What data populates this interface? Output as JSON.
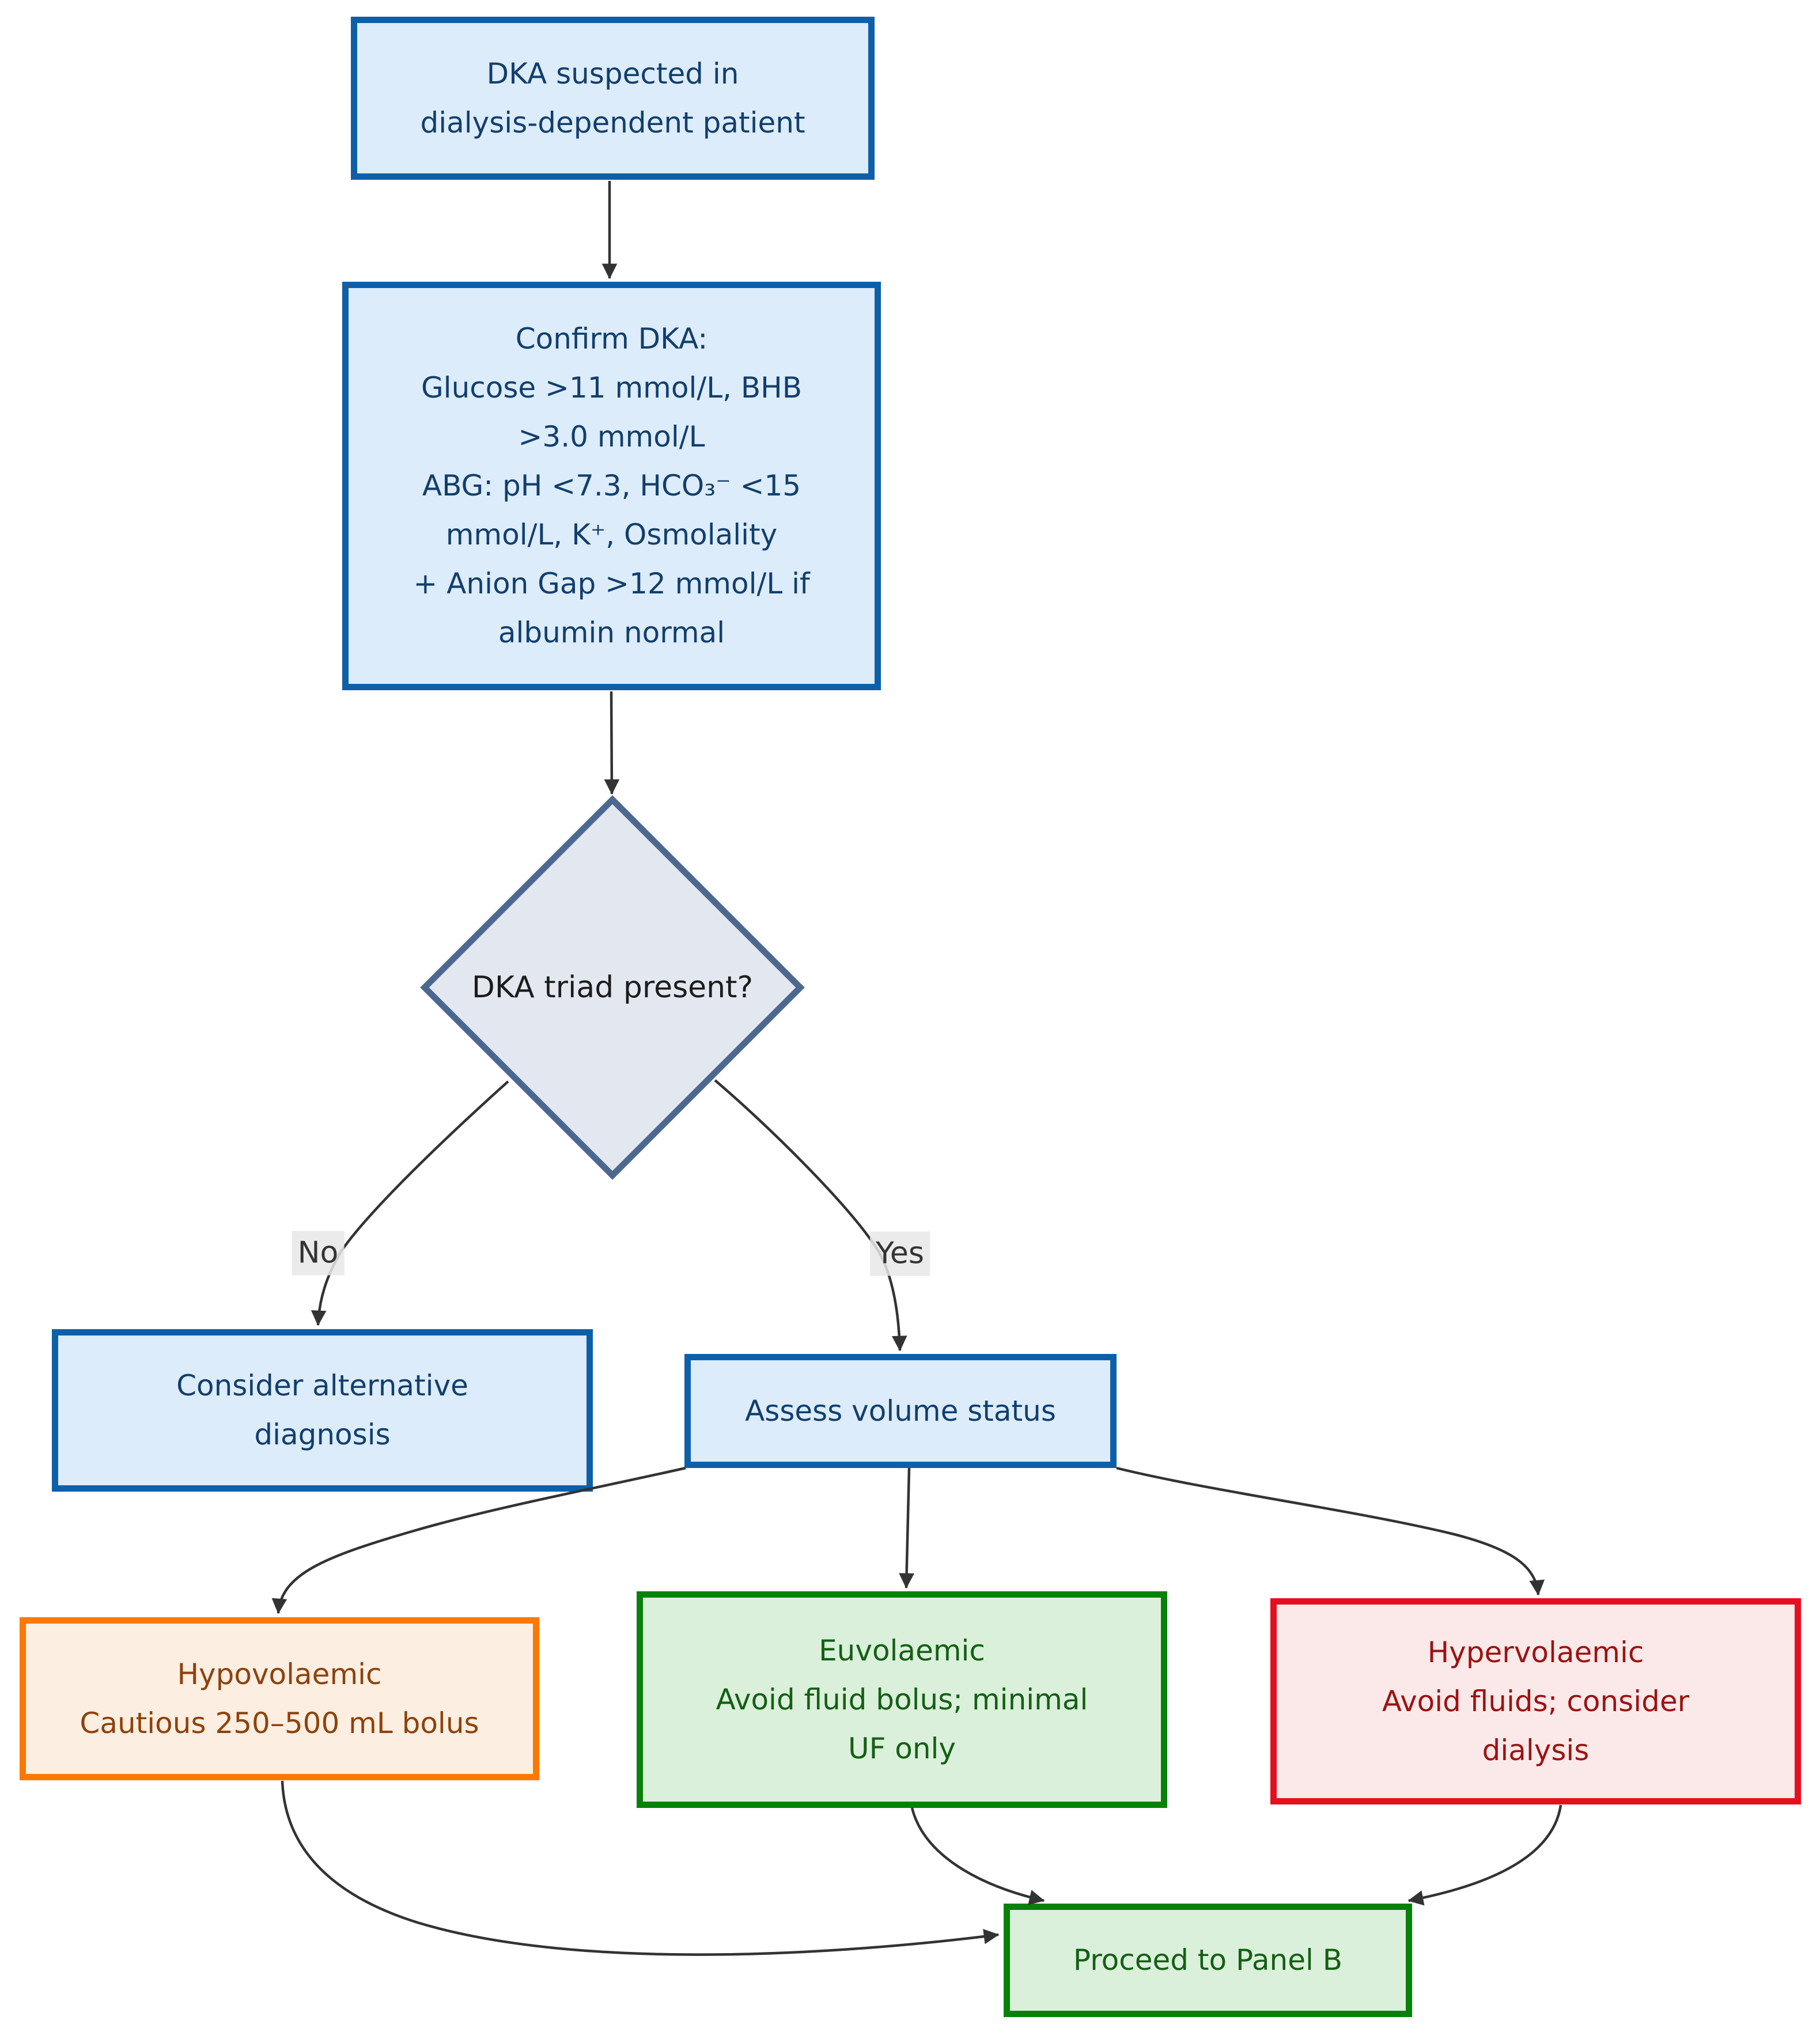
{
  "palette": {
    "canvas_bg": "#ffffff",
    "node_blue_fill": "#dcecfa",
    "node_blue_border": "#0d60a8",
    "node_blue_text": "#123e6c",
    "decision_fill": "#e3e8f0",
    "decision_border": "#4d6890",
    "decision_text": "#1c1c1c",
    "node_orange_fill": "#fdeee2",
    "node_orange_border": "#fd7800",
    "node_orange_text": "#8d420b",
    "node_green_fill": "#daf0da",
    "node_green_border": "#068206",
    "node_green_text": "#145f14",
    "node_red_fill": "#fbe9e9",
    "node_red_border": "#e41020",
    "node_red_text": "#9c1212",
    "edge_color": "#333333",
    "edge_label_bg": "rgba(232,232,232,0.85)",
    "edge_label_text": "#333333"
  },
  "nodes": {
    "suspect": {
      "text": "DKA suspected in\ndialysis-dependent patient"
    },
    "confirm": {
      "text": "Confirm DKA:\nGlucose >11 mmol/L, BHB\n>3.0 mmol/L\nABG: pH <7.3, HCO₃⁻ <15\nmmol/L, K⁺, Osmolality\n+ Anion Gap >12 mmol/L if\nalbumin normal"
    },
    "triad": {
      "text": "DKA triad present?"
    },
    "alternative": {
      "text": "Consider alternative\ndiagnosis"
    },
    "assess": {
      "text": "Assess volume status"
    },
    "hypovolaemic": {
      "text": "Hypovolaemic\nCautious 250–500 mL bolus"
    },
    "euvolaemic": {
      "text": "Euvolaemic\nAvoid fluid bolus; minimal\nUF only"
    },
    "hypervolaemic": {
      "text": "Hypervolaemic\nAvoid fluids; consider\ndialysis"
    },
    "panelb": {
      "text": "Proceed to Panel B"
    }
  },
  "edge_labels": {
    "no": {
      "text": "No"
    },
    "yes": {
      "text": "Yes"
    }
  }
}
